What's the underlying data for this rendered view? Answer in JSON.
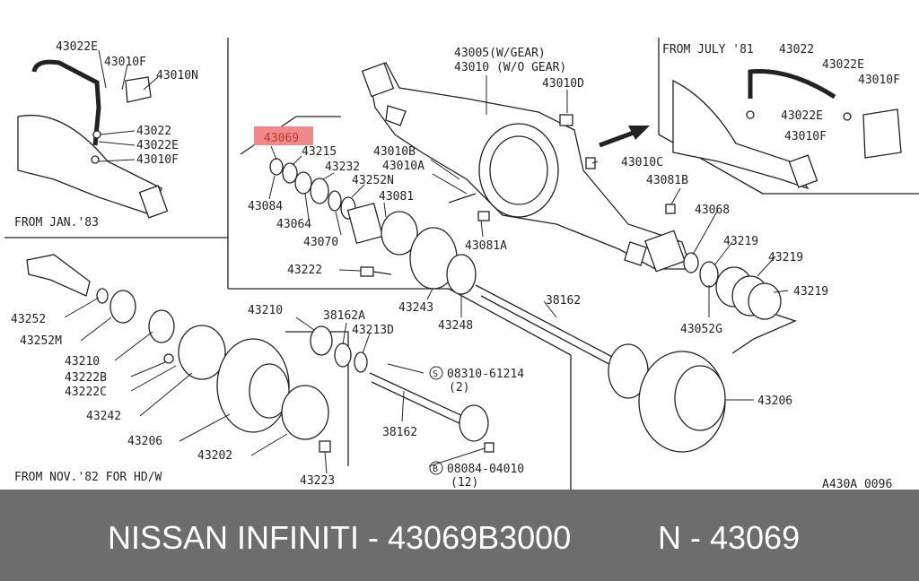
{
  "colors": {
    "highlight": "#f08a8a",
    "line": "#222222",
    "banner_bg": "#6d6d6d",
    "banner_text": "#ffffff"
  },
  "insets": {
    "top_left": "FROM JAN.'83",
    "top_right": "FROM JULY '81",
    "bottom_left": "FROM NOV.'82 FOR HD/W"
  },
  "figure_code": "A430A 0096",
  "callouts": {
    "top_left": [
      "43022E",
      "43010F",
      "43010N",
      "43022",
      "43022E",
      "43010F"
    ],
    "top_right": [
      "43022",
      "43022E",
      "43010F",
      "43022E",
      "43010F"
    ],
    "center_top": [
      "43005(W/GEAR)",
      "43010 (W/O GEAR)",
      "43010D",
      "43010B",
      "43010A",
      "43010C",
      "43081B"
    ],
    "left_hub": [
      "43069",
      "43215",
      "43232",
      "43252N",
      "43084",
      "43064",
      "43070",
      "43081",
      "43081A",
      "43222",
      "43243",
      "43248"
    ],
    "right_side": [
      "43068",
      "43219",
      "43219",
      "43219",
      "43052G",
      "38162",
      "43206"
    ],
    "lower_left": [
      "43252",
      "43252M",
      "43210",
      "43222B",
      "43222C",
      "43242",
      "43206",
      "43202",
      "43223"
    ],
    "lower_mid": [
      "43210",
      "38162A",
      "43213D",
      "38162"
    ],
    "fasteners": [
      {
        "symbol": "S",
        "code": "08310-61214",
        "qty": "(2)"
      },
      {
        "symbol": "B",
        "code": "08084-04010",
        "qty": "(12)"
      }
    ]
  },
  "banner": {
    "left": "NISSAN  INFINITI - 43069B3000",
    "right": "N - 43069"
  }
}
